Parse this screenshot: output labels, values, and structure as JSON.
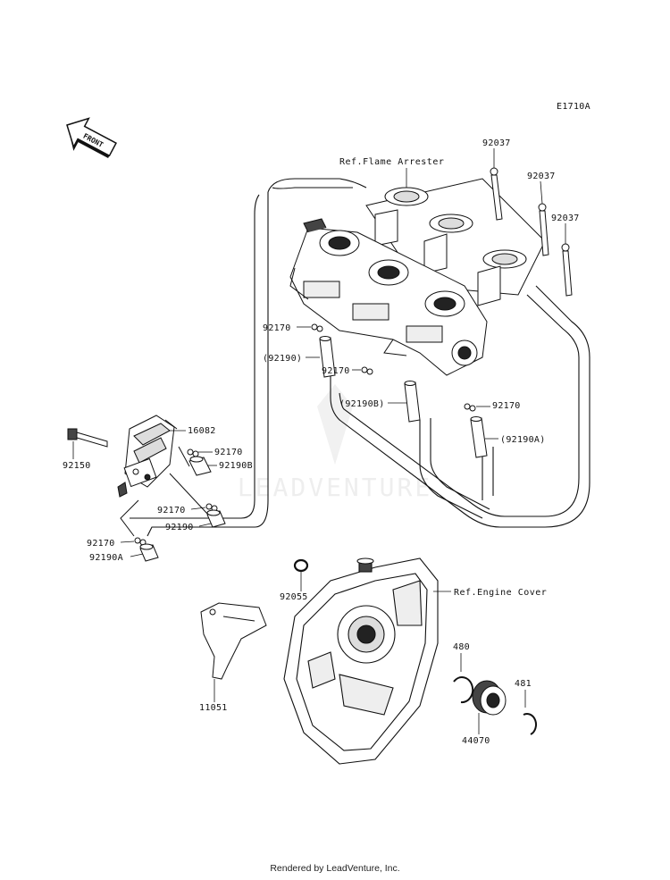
{
  "diagram_code": "E1710A",
  "front_label": "FRONT",
  "watermark": "LEADVENTURE",
  "footer": "Rendered by LeadVenture, Inc.",
  "references": {
    "flame_arrester": "Ref.Flame Arrester",
    "engine_cover": "Ref.Engine Cover"
  },
  "parts": {
    "p92037_a": "92037",
    "p92037_b": "92037",
    "p92037_c": "92037",
    "p16082": "16082",
    "p92150": "92150",
    "p92170_1": "92170",
    "p92170_2": "92170",
    "p92170_3": "92170",
    "p92170_4": "92170",
    "p92170_5": "92170",
    "p92170_6": "92170",
    "p92190_paren": "(92190)",
    "p92190B_paren": "(92190B)",
    "p92190A_paren": "(92190A)",
    "p92190B": "92190B",
    "p92190": "92190",
    "p92190A": "92190A",
    "p92055": "92055",
    "p11051": "11051",
    "p480": "480",
    "p481": "481",
    "p44070": "44070"
  }
}
